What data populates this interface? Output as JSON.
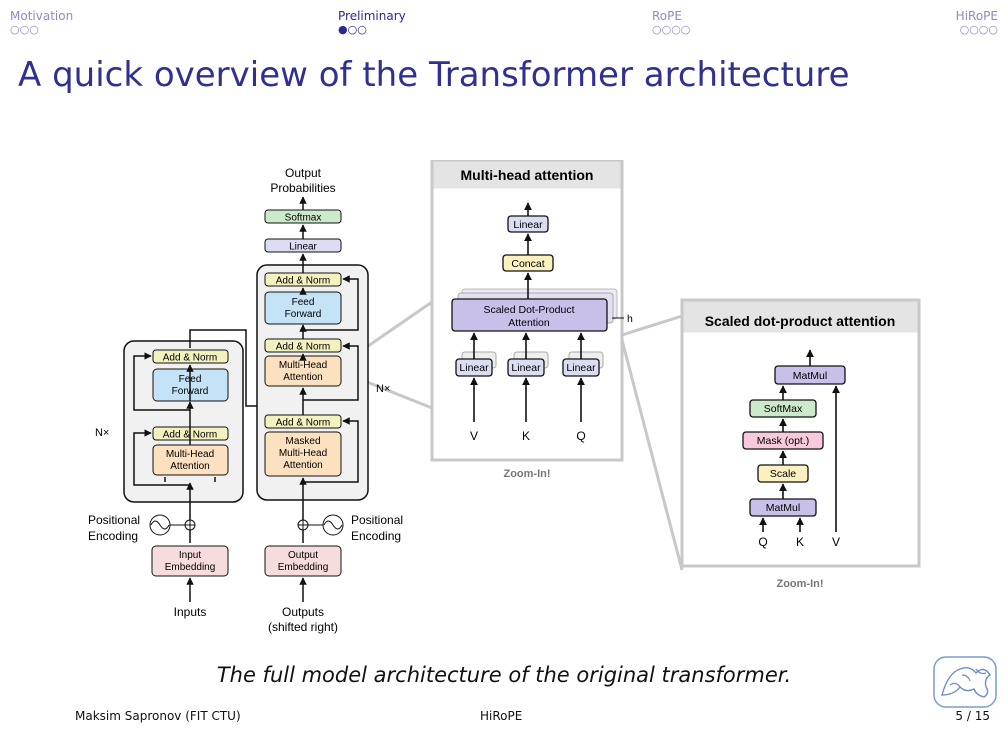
{
  "nav": [
    {
      "label": "Motivation",
      "dots": "○○○"
    },
    {
      "label": "Preliminary",
      "dots": "●○○"
    },
    {
      "label": "RoPE",
      "dots": "○○○○"
    },
    {
      "label": "HiRoPE",
      "dots": "○○○○"
    }
  ],
  "title": "A quick overview of the Transformer architecture",
  "diagram": {
    "encoder": {
      "add_norm_1": "Add & Norm",
      "feed_forward": [
        "Feed",
        "Forward"
      ],
      "add_norm_2": "Add & Norm",
      "mha": [
        "Multi-Head",
        "Attention"
      ],
      "nx": "N×",
      "pos_enc": [
        "Positional",
        "Encoding"
      ],
      "embedding": [
        "Input",
        "Embedding"
      ],
      "inputs": "Inputs"
    },
    "decoder": {
      "output_probs": [
        "Output",
        "Probabilities"
      ],
      "softmax": "Softmax",
      "linear": "Linear",
      "add_norm_top": "Add & Norm",
      "feed_forward": [
        "Feed",
        "Forward"
      ],
      "add_norm_mid": "Add & Norm",
      "mha": [
        "Multi-Head",
        "Attention"
      ],
      "add_norm_bot": "Add & Norm",
      "masked_mha": [
        "Masked",
        "Multi-Head",
        "Attention"
      ],
      "nx": "N×",
      "pos_enc": [
        "Positional",
        "Encoding"
      ],
      "embedding": [
        "Output",
        "Embedding"
      ],
      "outputs": [
        "Outputs",
        "(shifted right)"
      ]
    },
    "mha_panel": {
      "heading": "Multi-head attention",
      "linear": "Linear",
      "concat": "Concat",
      "sdpa": [
        "Scaled Dot-Product",
        "Attention"
      ],
      "h": "h",
      "inputs": [
        "V",
        "K",
        "Q"
      ],
      "zoom": "Zoom-In!"
    },
    "sdpa_panel": {
      "heading": "Scaled dot-product attention",
      "matmul_top": "MatMul",
      "softmax": "SoftMax",
      "mask": "Mask (opt.)",
      "scale": "Scale",
      "matmul_bot": "MatMul",
      "inputs": [
        "Q",
        "K",
        "V"
      ],
      "zoom": "Zoom-In!"
    }
  },
  "caption": "The full model architecture of the original transformer.",
  "footer": {
    "author": "Maksim Sapronov  (FIT CTU)",
    "title": "HiRoPE",
    "page": "5 / 15"
  },
  "colors": {
    "title": "#2e3192",
    "nav_inactive": "#8c8cc4",
    "nav_active": "#2b2b8f",
    "add_norm": "#f3f1bf",
    "ffn": "#c4e3f6",
    "attention": "#fbe1c0",
    "embedding": "#f6dcdc",
    "linear": "#dcdcf3",
    "softmax": "#cde9cc",
    "sdpa": "#c9c0e9",
    "concat": "#fbf1bf",
    "mask": "#f8c9dc",
    "scale": "#fbf0c0",
    "matmul": "#c9c0e9"
  }
}
